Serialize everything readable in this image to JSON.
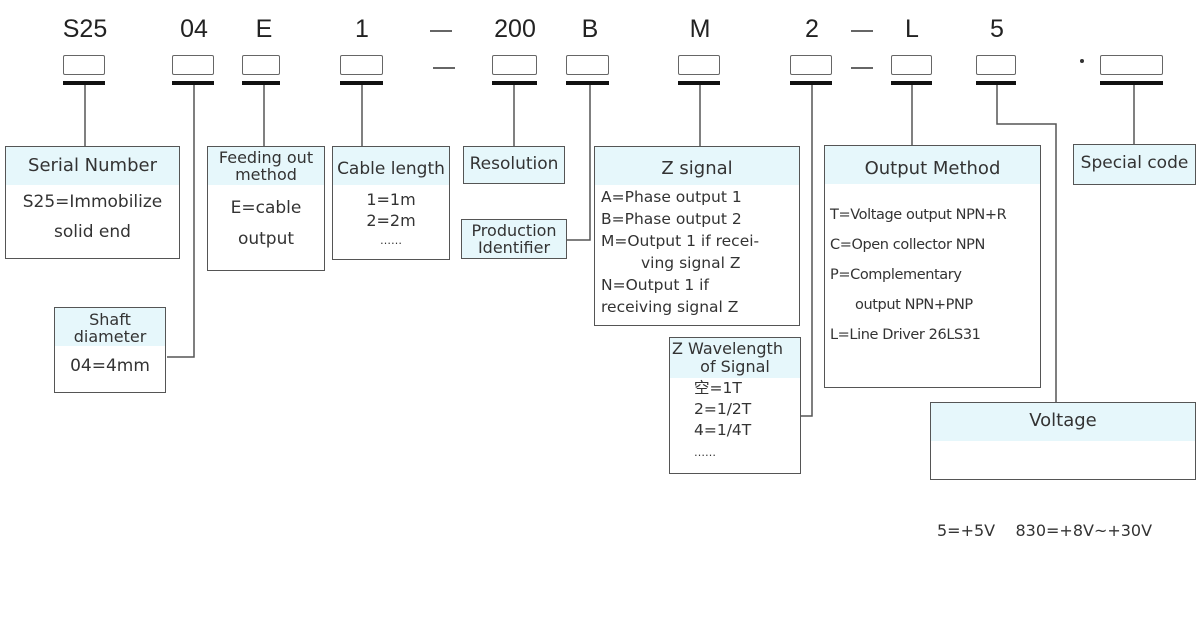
{
  "model_code": {
    "segments": [
      "S25",
      "04",
      "E",
      "1",
      "—",
      "200",
      "B",
      "M",
      "2",
      "—",
      "L",
      "5"
    ],
    "separator_dot": "·"
  },
  "boxes": {
    "serial_number": {
      "title": "Serial Number",
      "lines": [
        "S25=Immobilize",
        "solid end"
      ]
    },
    "shaft_diameter": {
      "title_line1": "Shaft",
      "title_line2": "diameter",
      "lines": [
        "04=4mm"
      ]
    },
    "feeding_out_method": {
      "title_line1": "Feeding out",
      "title_line2": "method",
      "lines": [
        "E=cable",
        "output"
      ]
    },
    "cable_length": {
      "title": "Cable length",
      "lines": [
        "1=1m",
        "2=2m",
        "……"
      ]
    },
    "resolution": {
      "title": "Resolution"
    },
    "production_identifier": {
      "title_line1": "Production",
      "title_line2": "Identifier"
    },
    "z_signal": {
      "title": "Z signal",
      "lines": [
        "A=Phase output 1",
        "B=Phase output 2",
        "M=Output 1 if recei-",
        "ving signal Z",
        "N=Output 1 if",
        "receiving signal Z"
      ]
    },
    "z_wavelength": {
      "title_line1": "Z Wavelength",
      "title_line2": "of Signal",
      "lines": [
        "空=1T",
        "2=1/2T",
        "4=1/4T",
        "……"
      ]
    },
    "output_method": {
      "title": "Output Method",
      "lines": [
        "T=Voltage output NPN+R",
        "C=Open collector NPN",
        "P=Complementary",
        "output NPN+PNP",
        "L=Line Driver 26LS31"
      ]
    },
    "special_code": {
      "title": "Special code"
    },
    "voltage": {
      "title": "Voltage",
      "lines": [
        "5=+5V    830=+8V~+30V"
      ]
    }
  },
  "colors": {
    "header_fill": "#e6f7fb",
    "border": "#555555",
    "bar": "#111111"
  }
}
